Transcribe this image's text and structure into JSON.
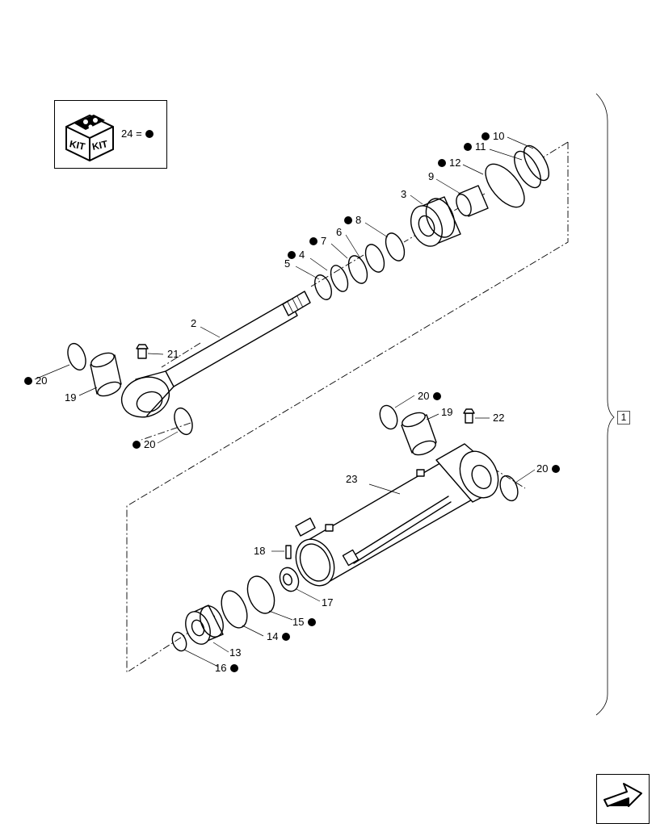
{
  "kit": {
    "icon_text_left": "KIT",
    "icon_text_right": "KIT",
    "legend_text": "24 ="
  },
  "reference_box": "1",
  "callouts": [
    {
      "id": "c1",
      "number": "2",
      "dot": false
    },
    {
      "id": "c2",
      "number": "3",
      "dot": false
    },
    {
      "id": "c3",
      "number": "4",
      "dot": true
    },
    {
      "id": "c4",
      "number": "5",
      "dot": false
    },
    {
      "id": "c5",
      "number": "6",
      "dot": false
    },
    {
      "id": "c6",
      "number": "7",
      "dot": true
    },
    {
      "id": "c7",
      "number": "8",
      "dot": true
    },
    {
      "id": "c8",
      "number": "9",
      "dot": false
    },
    {
      "id": "c9",
      "number": "10",
      "dot": true
    },
    {
      "id": "c10",
      "number": "11",
      "dot": true
    },
    {
      "id": "c11",
      "number": "12",
      "dot": true
    },
    {
      "id": "c12",
      "number": "13",
      "dot": false
    },
    {
      "id": "c13",
      "number": "14",
      "dot": true
    },
    {
      "id": "c14",
      "number": "15",
      "dot": true
    },
    {
      "id": "c15",
      "number": "16",
      "dot": true
    },
    {
      "id": "c16",
      "number": "17",
      "dot": false
    },
    {
      "id": "c17",
      "number": "18",
      "dot": false
    },
    {
      "id": "c18",
      "number": "19",
      "dot": false
    },
    {
      "id": "c19",
      "number": "19",
      "dot": false
    },
    {
      "id": "c20",
      "number": "20",
      "dot": true
    },
    {
      "id": "c21",
      "number": "20",
      "dot": true
    },
    {
      "id": "c22",
      "number": "20",
      "dot": true
    },
    {
      "id": "c23",
      "number": "20",
      "dot": true
    },
    {
      "id": "c24",
      "number": "21",
      "dot": false
    },
    {
      "id": "c25",
      "number": "22",
      "dot": false
    },
    {
      "id": "c26",
      "number": "23",
      "dot": false
    }
  ],
  "icons": {
    "kit": "kit-box-icon",
    "next_page": "next-page-arrow-icon"
  }
}
